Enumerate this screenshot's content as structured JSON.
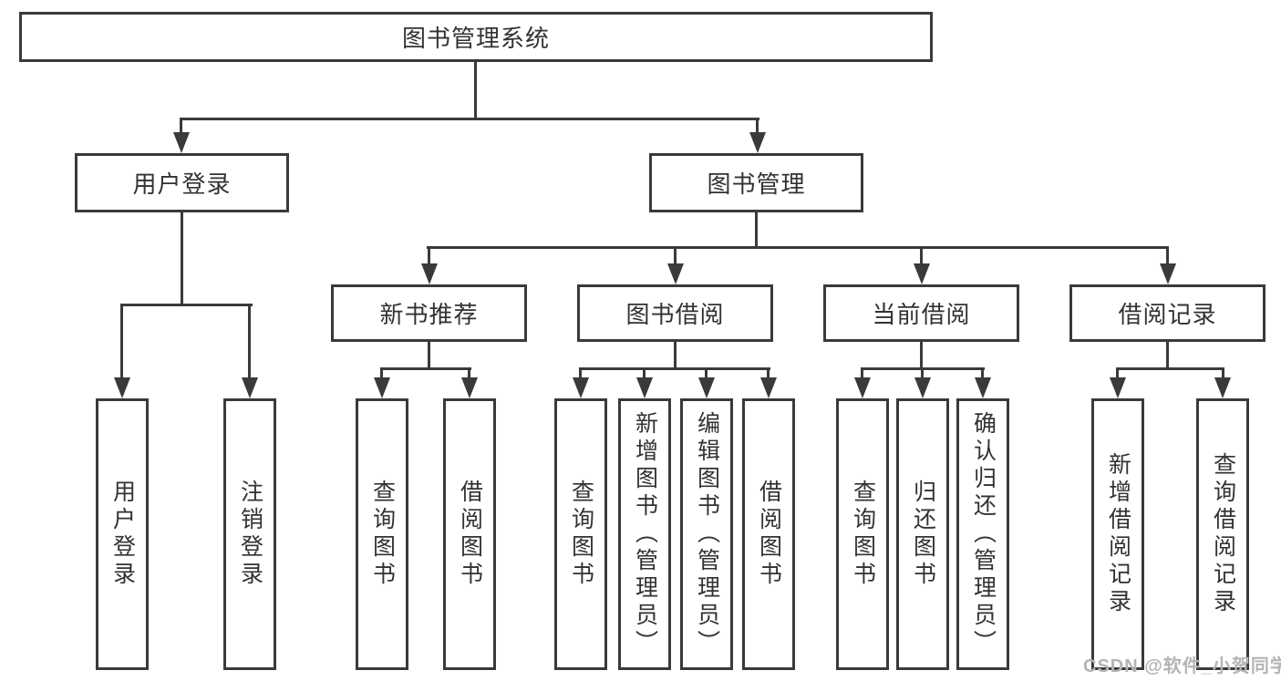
{
  "diagram": {
    "root": "图书管理系统",
    "user_login": {
      "label": "用户登录",
      "children": [
        "用户登录",
        "注销登录"
      ]
    },
    "book_mgmt": {
      "label": "图书管理",
      "sections": [
        {
          "label": "新书推荐",
          "children": [
            "查询图书",
            "借阅图书"
          ]
        },
        {
          "label": "图书借阅",
          "children": [
            "查询图书",
            "新增图书（管理员）",
            "编辑图书（管理员）",
            "借阅图书"
          ]
        },
        {
          "label": "当前借阅",
          "children": [
            "查询图书",
            "归还图书",
            "确认归还（管理员）"
          ]
        },
        {
          "label": "借阅记录",
          "children": [
            "新增借阅记录",
            "查询借阅记录"
          ]
        }
      ]
    },
    "watermark": "CSDN @软件_小贺同学"
  },
  "colors": {
    "line": "#3a3a3a",
    "text": "#323232",
    "watermark": "#b4b4b4"
  }
}
